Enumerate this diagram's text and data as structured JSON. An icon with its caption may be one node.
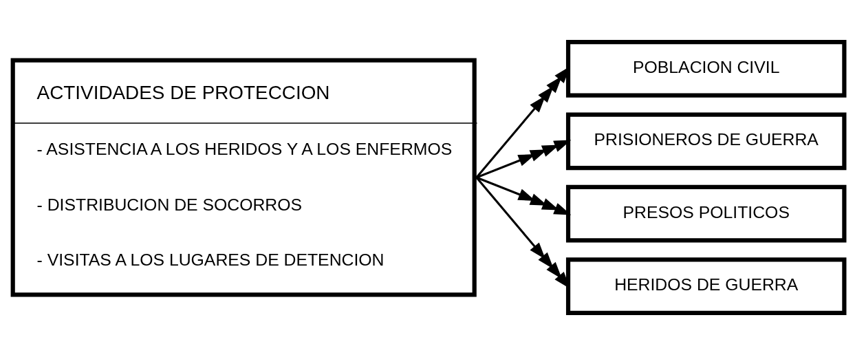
{
  "diagram": {
    "nodes": [
      {
        "text": [
          "ACTIVIDADES DE PROTECCION",
          "- ASISTENCIA A LOS HERIDOS Y A LOS ENFERMOS",
          "- DISTRIBUCION DE SOCORROS",
          "- VISITAS A LOS LUGARES DE DETENCION"
        ]
      },
      {
        "text": [
          "POBLACION CIVIL"
        ]
      },
      {
        "text": [
          "PRISIONEROS DE GUERRA"
        ]
      },
      {
        "text": [
          "PRESOS POLITICOS"
        ]
      },
      {
        "text": [
          "HERIDOS DE GUERRA"
        ]
      }
    ],
    "edges": [
      {
        "from": 0,
        "to": 1,
        "arrow": "to"
      },
      {
        "from": 0,
        "to": 2,
        "arrow": "to"
      },
      {
        "from": 0,
        "to": 3,
        "arrow": "to"
      },
      {
        "from": 0,
        "to": 4,
        "arrow": "to"
      }
    ]
  }
}
